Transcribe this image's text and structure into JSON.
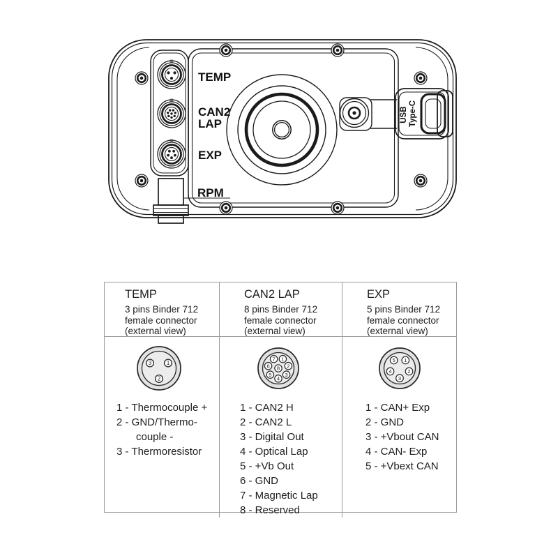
{
  "device": {
    "port_labels": {
      "temp": "TEMP",
      "can2": "CAN2",
      "lap": "LAP",
      "exp": "EXP",
      "rpm": "RPM",
      "usb": "USB",
      "usb_type": "Type-C"
    }
  },
  "table": {
    "columns": [
      {
        "title": "TEMP",
        "description": [
          "3 pins Binder 712",
          "female connector",
          "(external view)"
        ],
        "diagram_pin_numbers": [
          "1",
          "2",
          "3"
        ],
        "list": [
          {
            "text": "1 - Thermocouple +"
          },
          {
            "text": "2 - GND/Thermo-"
          },
          {
            "text": "couple -",
            "indent": true
          },
          {
            "text": "3 - Thermoresistor"
          }
        ]
      },
      {
        "title": "CAN2 LAP",
        "description": [
          "8 pins Binder 712",
          "female connector",
          "(external view)"
        ],
        "diagram_pin_numbers": [
          "1",
          "2",
          "3",
          "4",
          "5",
          "6",
          "7",
          "8"
        ],
        "list": [
          {
            "text": "1 - CAN2 H"
          },
          {
            "text": "2 - CAN2 L"
          },
          {
            "text": "3 - Digital Out"
          },
          {
            "text": "4 - Optical Lap"
          },
          {
            "text": "5 - +Vb Out"
          },
          {
            "text": "6 - GND"
          },
          {
            "text": "7 - Magnetic Lap"
          },
          {
            "text": "8 - Reserved"
          }
        ]
      },
      {
        "title": "EXP",
        "description": [
          "5 pins Binder 712",
          "female connector",
          "(external view)"
        ],
        "diagram_pin_numbers": [
          "1",
          "2",
          "3",
          "4",
          "5"
        ],
        "list": [
          {
            "text": "1 - CAN+ Exp"
          },
          {
            "text": "2 - GND"
          },
          {
            "text": "3 - +Vbout CAN"
          },
          {
            "text": "4 - CAN- Exp"
          },
          {
            "text": "5 - +Vbext CAN"
          }
        ]
      }
    ]
  }
}
